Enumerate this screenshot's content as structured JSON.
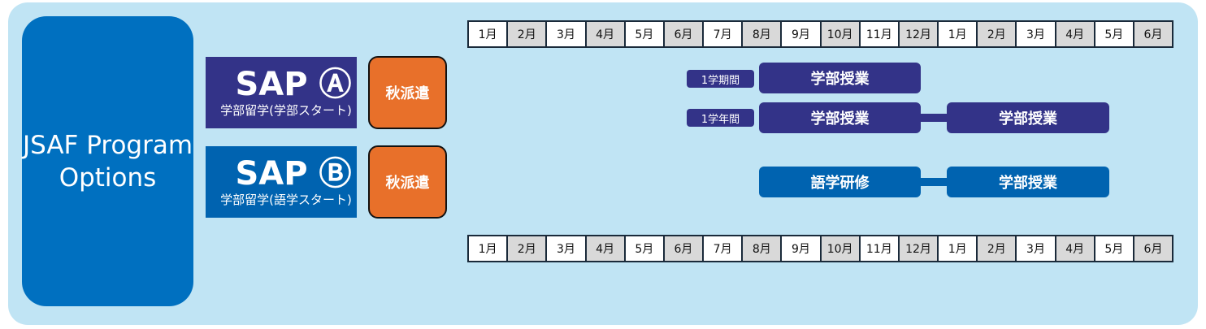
{
  "title": "JSAF Program Options",
  "programs": [
    {
      "name": "SAP Ⓐ",
      "subtitle": "学部留学(学部スタート)",
      "badge": "秋派遣"
    },
    {
      "name": "SAP Ⓑ",
      "subtitle": "学部留学(語学スタート)",
      "badge": "秋派遣"
    }
  ],
  "months": [
    "1月",
    "2月",
    "3月",
    "4月",
    "5月",
    "6月",
    "7月",
    "8月",
    "9月",
    "10月",
    "11月",
    "12月",
    "1月",
    "2月",
    "3月",
    "4月",
    "5月",
    "6月"
  ],
  "rows": [
    {
      "duration": "1学期間",
      "segments": [
        "学部授業"
      ]
    },
    {
      "duration": "1学年間",
      "segments": [
        "学部授業",
        "学部授業"
      ]
    },
    {
      "segments": [
        "語学研修",
        "学部授業"
      ]
    }
  ],
  "colors": {
    "navy": "#333388",
    "blue": "#0063b0",
    "orange": "#e8702a",
    "background": "#c0e4f4"
  }
}
